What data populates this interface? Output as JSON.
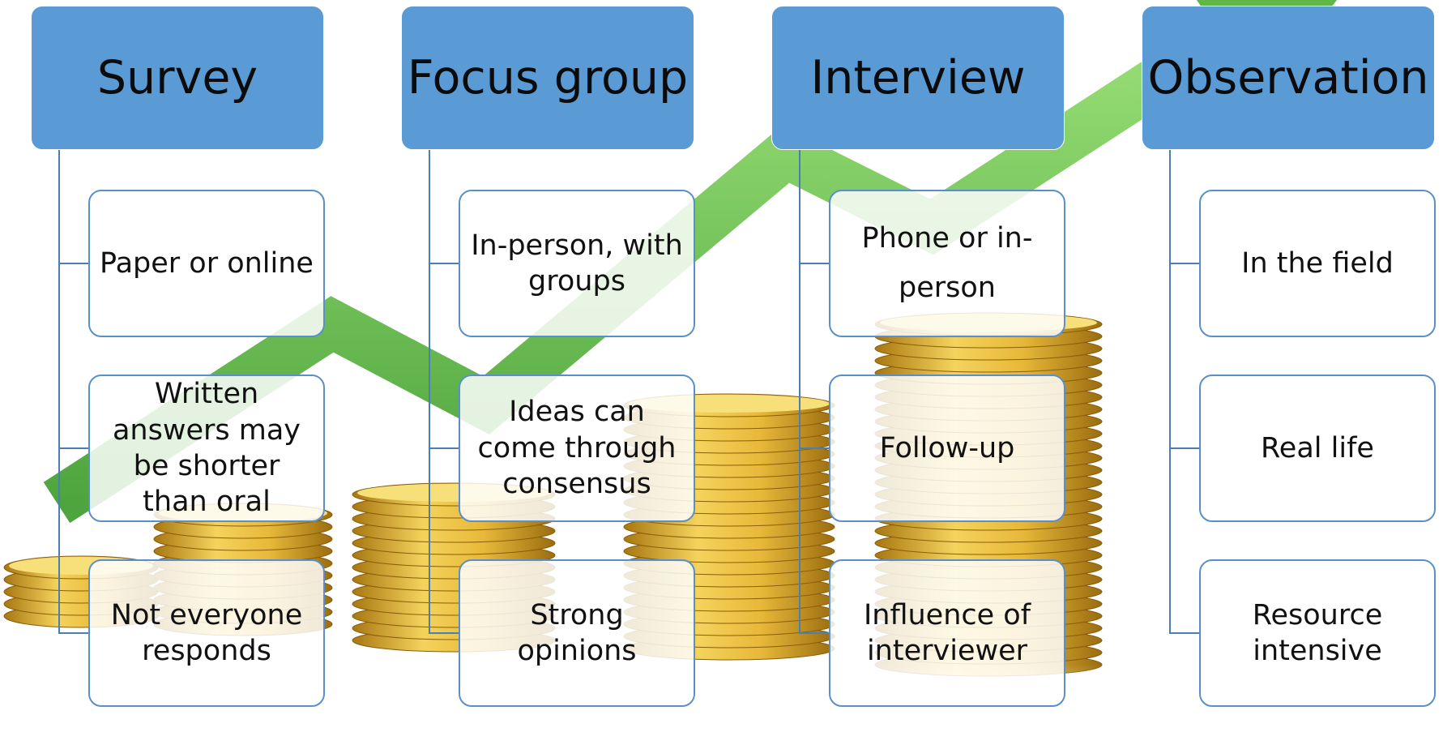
{
  "columns": [
    {
      "title": "Survey",
      "items": [
        {
          "text": "Paper or online"
        },
        {
          "text": "Written answers may be shorter than oral"
        },
        {
          "text": "Not everyone responds"
        }
      ]
    },
    {
      "title": "Focus group",
      "items": [
        {
          "text": "In-person, with groups"
        },
        {
          "text": "Ideas can come through consensus"
        },
        {
          "text": "Strong opinions"
        }
      ]
    },
    {
      "title": "Interview",
      "items": [
        {
          "text": "Phone or in-person"
        },
        {
          "text": "Follow-up"
        },
        {
          "text": "Influence of interviewer"
        }
      ]
    },
    {
      "title": "Observation",
      "items": [
        {
          "text": "In the field"
        },
        {
          "text": "Real life"
        },
        {
          "text": "Resource intensive"
        }
      ]
    }
  ],
  "colors": {
    "header_fill": "#5b9bd5",
    "connector": "#4a7fb5",
    "card_border": "#5b8fc9",
    "arrow_green": "#5fbf3e",
    "coin_gold": "#e2b53a"
  },
  "background": {
    "icons": [
      "rising-arrow-icon",
      "coin-stacks-icon"
    ]
  }
}
